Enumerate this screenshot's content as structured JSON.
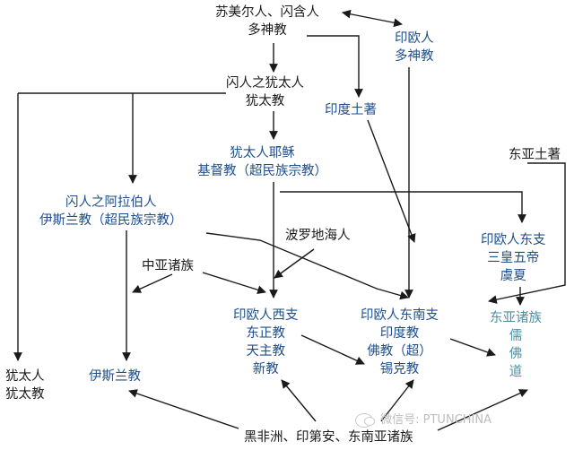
{
  "nodes": {
    "semitic_hamitic": {
      "line1": "苏美尔人、闪含人",
      "line2": "多神教"
    },
    "indo_european": {
      "line1": "印欧人",
      "line2": "多神教"
    },
    "semitic_jews": {
      "line1": "闪人之犹太人",
      "line2": "犹太教"
    },
    "india_native": {
      "line1": "印度土著"
    },
    "jewish_jesus": {
      "line1": "犹太人耶稣",
      "line2": "基督教（超民族宗教）"
    },
    "semitic_arabs": {
      "line1": "闪人之阿拉伯人",
      "line2": "伊斯兰教（超民族宗教）"
    },
    "east_asia_native": {
      "line1": "东亚土著"
    },
    "baltic": {
      "line1": "波罗地海人"
    },
    "ie_east_branch": {
      "line1": "印欧人东支",
      "line2": "三皇五帝",
      "line3": "虞夏"
    },
    "central_asia": {
      "line1": "中亚诸族"
    },
    "ie_west_branch": {
      "line1": "印欧人西支",
      "line2": "东正教",
      "line3": "天主教",
      "line4": "新教"
    },
    "ie_southeast_branch": {
      "line1": "印欧人东南支",
      "line2": "印度教",
      "line3": "佛教（超）",
      "line4": "锡克教"
    },
    "east_asian_peoples": {
      "line1": "东亚诸族",
      "line2": "儒",
      "line3": "佛",
      "line4": "道"
    },
    "jews_bottom": {
      "line1": "犹太人",
      "line2": "犹太教"
    },
    "islam": {
      "line1": "伊斯兰教"
    },
    "africa_india_sea": {
      "line1": "黑非洲、印第安、东南亚诸族"
    }
  },
  "watermark": {
    "text": "微信号: PTUNCHINA",
    "icon": "wechat-icon"
  },
  "colors": {
    "black_text": "#1a1a1a",
    "blue_text": "#1f4f8a",
    "light_text": "#4f8fa3",
    "arrow": "#1a1a1a"
  }
}
